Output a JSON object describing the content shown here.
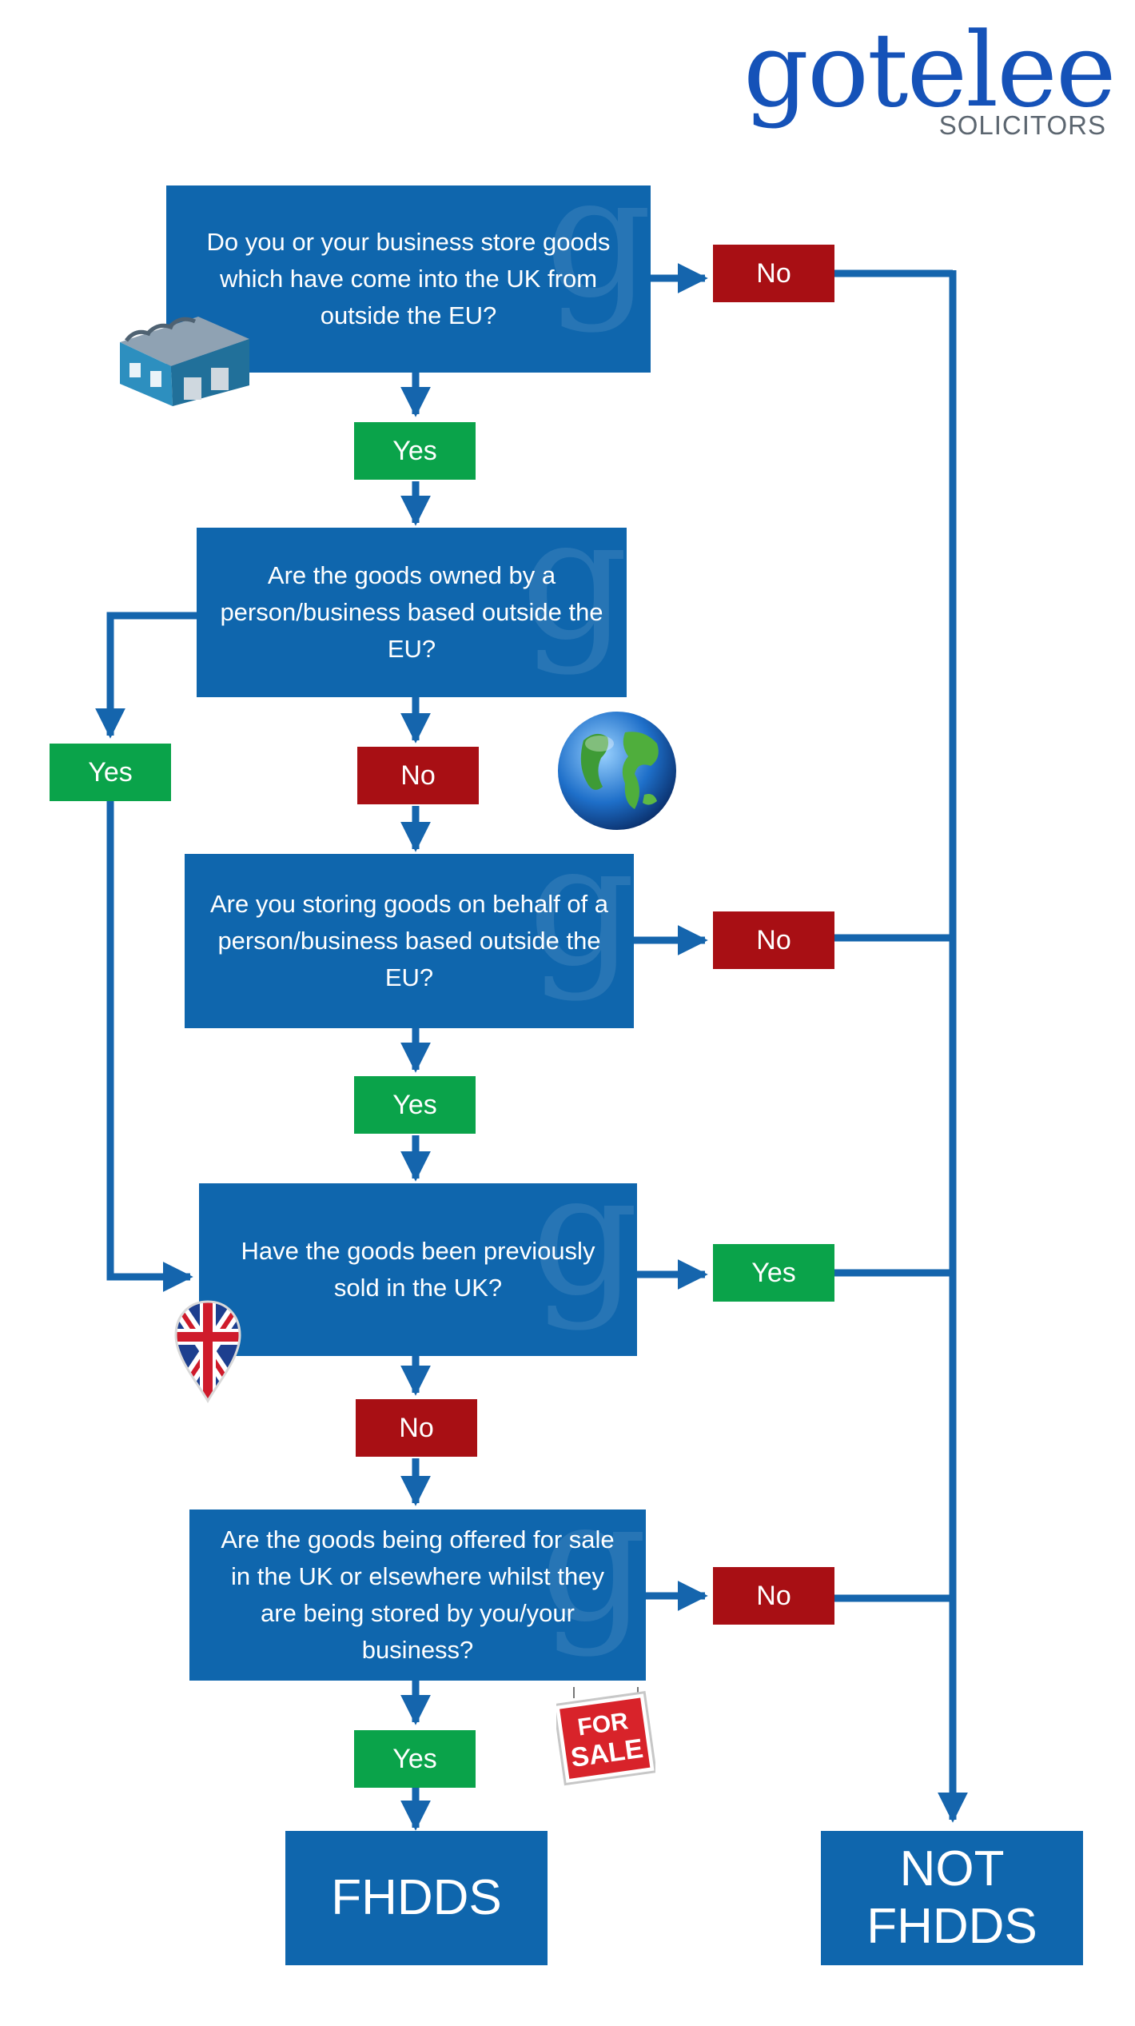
{
  "logo": {
    "word": "gotelee",
    "sub": "SOLICITORS"
  },
  "questions": {
    "q1": "Do you or your business store goods which have come into the UK from outside the EU?",
    "q2": "Are the goods owned by a person/business based outside the EU?",
    "q3": "Are you storing goods on behalf of a person/business based outside the EU?",
    "q4": "Have the goods been previously sold in the UK?",
    "q5": "Are the goods being offered for sale in the UK or elsewhere whilst they are being stored by you/your business?"
  },
  "labels": {
    "yes": "Yes",
    "no": "No"
  },
  "outcomes": {
    "fhdds": "FHDDS",
    "not_fhdds_line1": "NOT",
    "not_fhdds_line2": "FHDDS"
  },
  "watermark": "g",
  "illustrations": {
    "for_sale_line1": "FOR",
    "for_sale_line2": "SALE"
  },
  "icons": [
    "warehouse-icon",
    "globe-icon",
    "uk-pin-icon",
    "for-sale-sign-icon"
  ],
  "colors": {
    "box": "#0f66ad",
    "yes": "#0aa34a",
    "no": "#a80f14",
    "connector": "#1565ad",
    "logo": "#1552b8"
  }
}
